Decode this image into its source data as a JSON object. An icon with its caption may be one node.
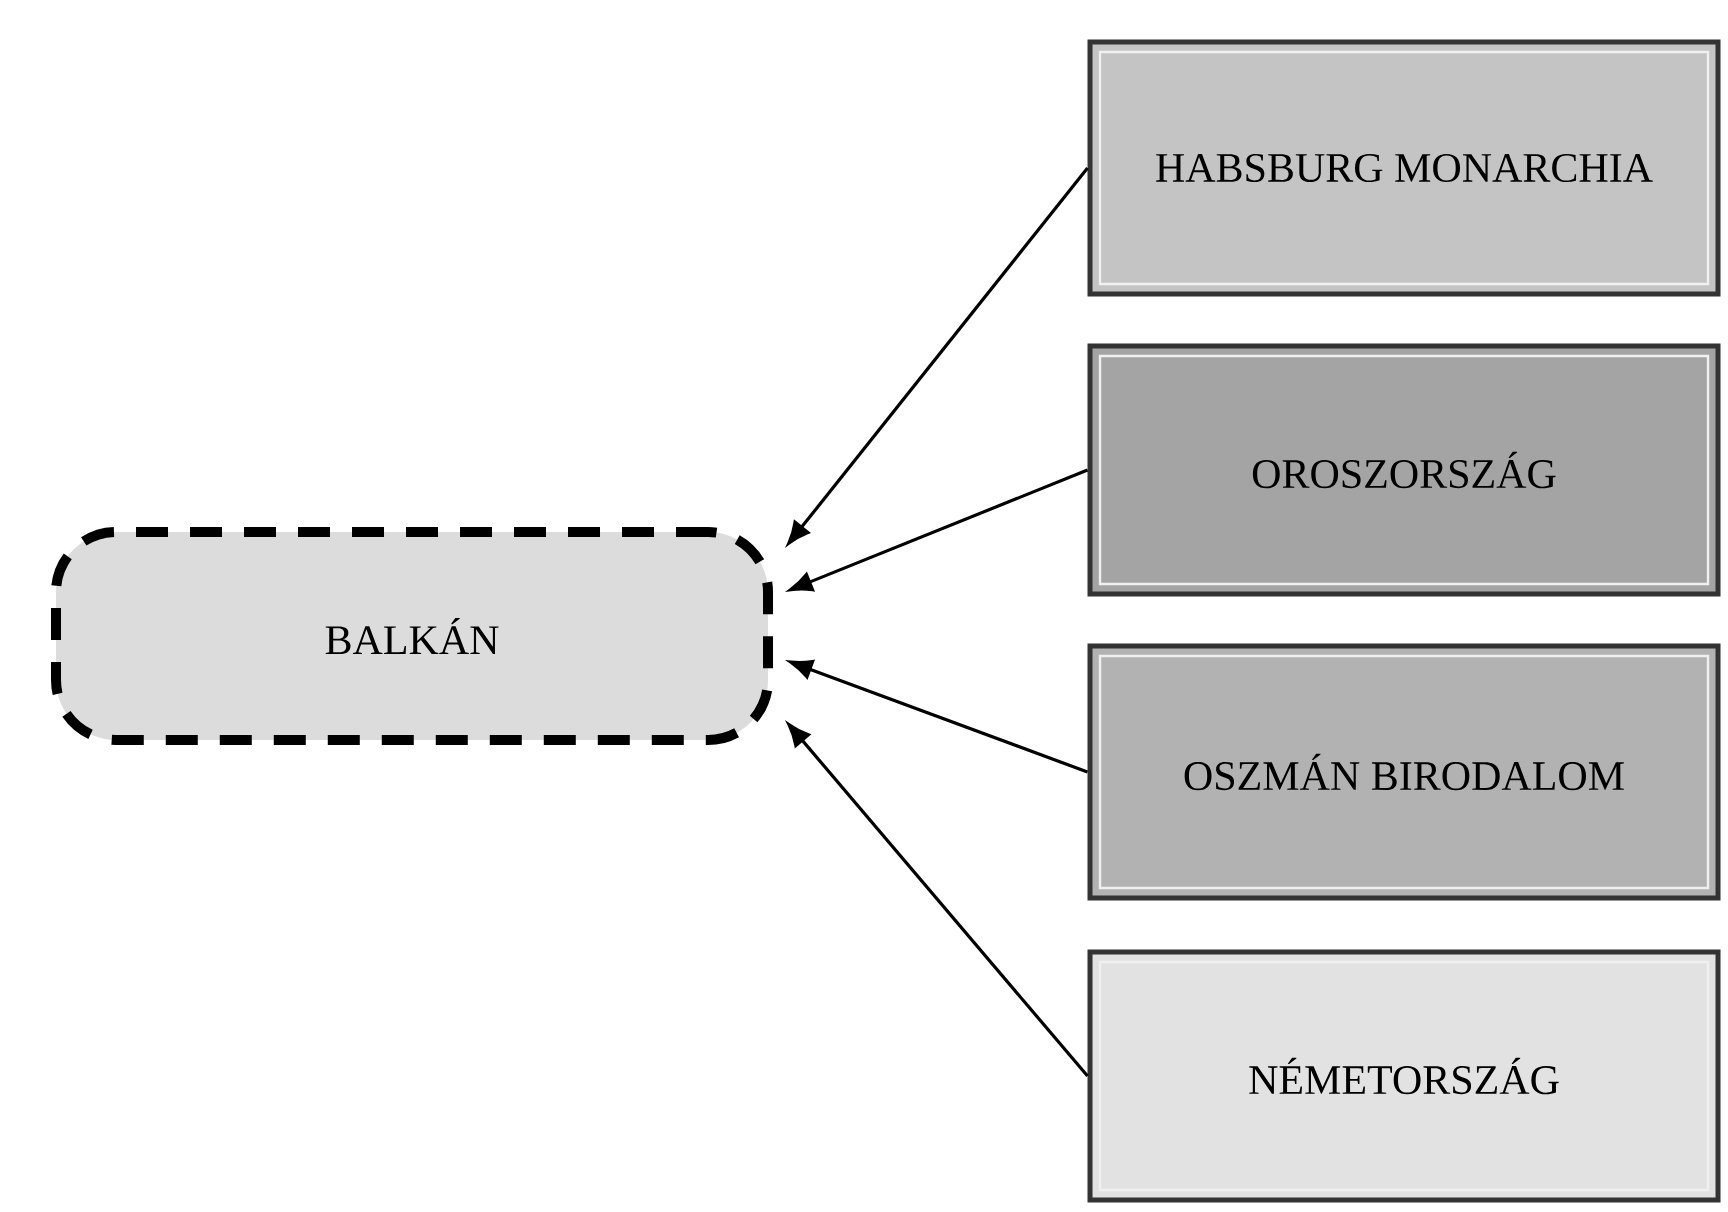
{
  "diagram": {
    "nodes": [
      {
        "text": [
          "BALKÁN"
        ]
      },
      {
        "text": [
          "HABSBURG MONARCHIA"
        ]
      },
      {
        "text": [
          "OROSZORSZÁG"
        ]
      },
      {
        "text": [
          "OSZMÁN BIRODALOM"
        ]
      },
      {
        "text": [
          "NÉMETORSZÁG"
        ]
      }
    ],
    "edges": [
      {
        "from": 1,
        "to": 0,
        "arrow": "to"
      },
      {
        "from": 2,
        "to": 0,
        "arrow": "to"
      },
      {
        "from": 3,
        "to": 0,
        "arrow": "to"
      },
      {
        "from": 4,
        "to": 0,
        "arrow": "to"
      }
    ]
  }
}
